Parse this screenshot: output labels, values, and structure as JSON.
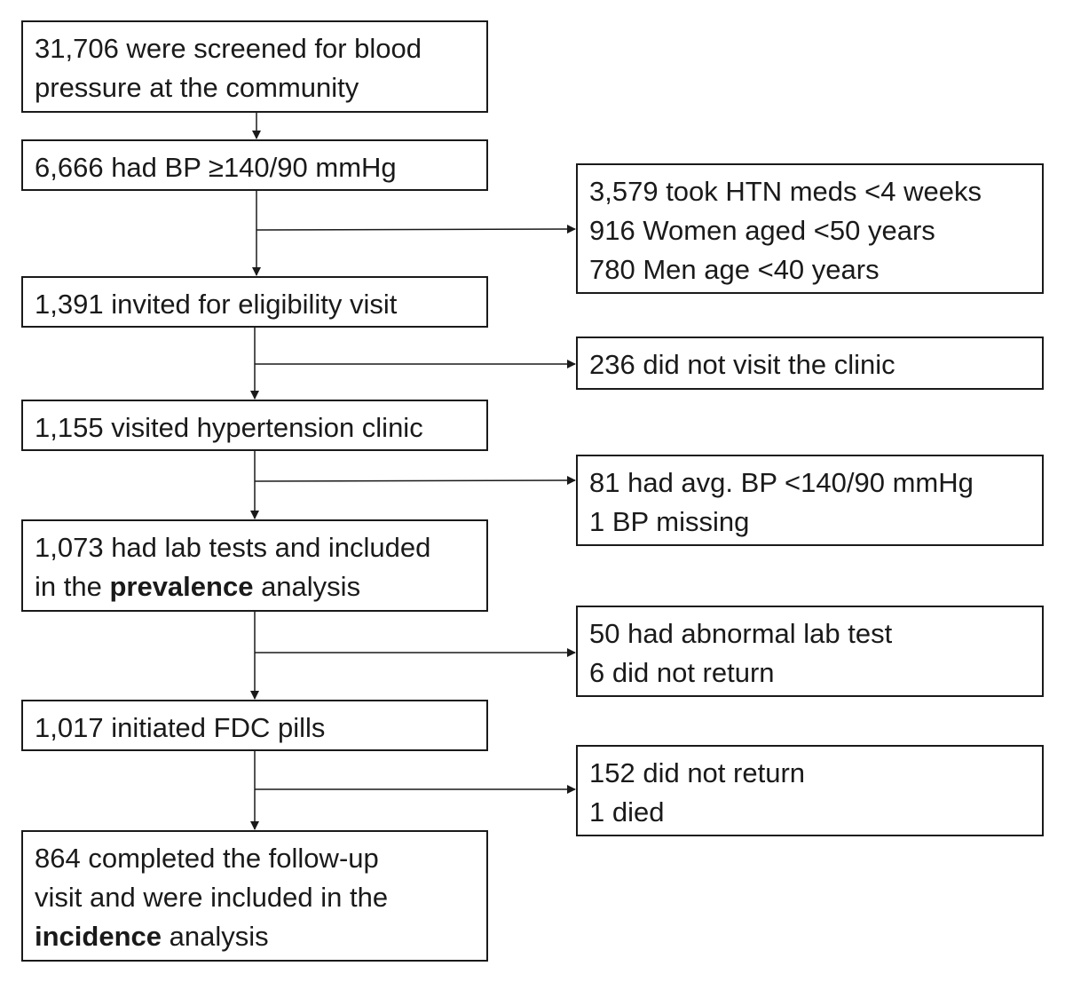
{
  "main_flow": [
    {
      "id": "screened",
      "lines": [
        [
          {
            "t": "31,706 were screened for blood"
          }
        ],
        [
          {
            "t": "pressure at the community"
          }
        ]
      ]
    },
    {
      "id": "high-bp",
      "lines": [
        [
          {
            "t": "6,666 had BP ≥140/90 mmHg"
          }
        ]
      ]
    },
    {
      "id": "invited",
      "lines": [
        [
          {
            "t": "1,391 invited for eligibility visit"
          }
        ]
      ]
    },
    {
      "id": "visited",
      "lines": [
        [
          {
            "t": "1,155 visited hypertension clinic"
          }
        ]
      ]
    },
    {
      "id": "lab-tests",
      "lines": [
        [
          {
            "t": "1,073 had lab tests and included"
          }
        ],
        [
          {
            "t": "in the "
          },
          {
            "t": "prevalence",
            "b": true
          },
          {
            "t": " analysis"
          }
        ]
      ]
    },
    {
      "id": "fdc",
      "lines": [
        [
          {
            "t": "1,017 initiated FDC pills"
          }
        ]
      ]
    },
    {
      "id": "completed",
      "lines": [
        [
          {
            "t": "864 completed the follow-up"
          }
        ],
        [
          {
            "t": "visit and were included in the"
          }
        ],
        [
          {
            "t": "incidence",
            "b": true
          },
          {
            "t": " analysis"
          }
        ]
      ]
    }
  ],
  "exclusions": [
    {
      "id": "meds-age",
      "lines": [
        "3,579 took HTN meds <4 weeks",
        "916 Women aged <50 years",
        "780 Men age <40 years"
      ]
    },
    {
      "id": "no-visit",
      "lines": [
        "236 did not visit the clinic"
      ]
    },
    {
      "id": "normal-bp",
      "lines": [
        "81 had avg. BP <140/90 mmHg",
        "1 BP missing"
      ]
    },
    {
      "id": "abnormal-lab",
      "lines": [
        "50 had abnormal lab test",
        "6 did not return"
      ]
    },
    {
      "id": "lost",
      "lines": [
        "152 did not return",
        "1 died"
      ]
    }
  ]
}
